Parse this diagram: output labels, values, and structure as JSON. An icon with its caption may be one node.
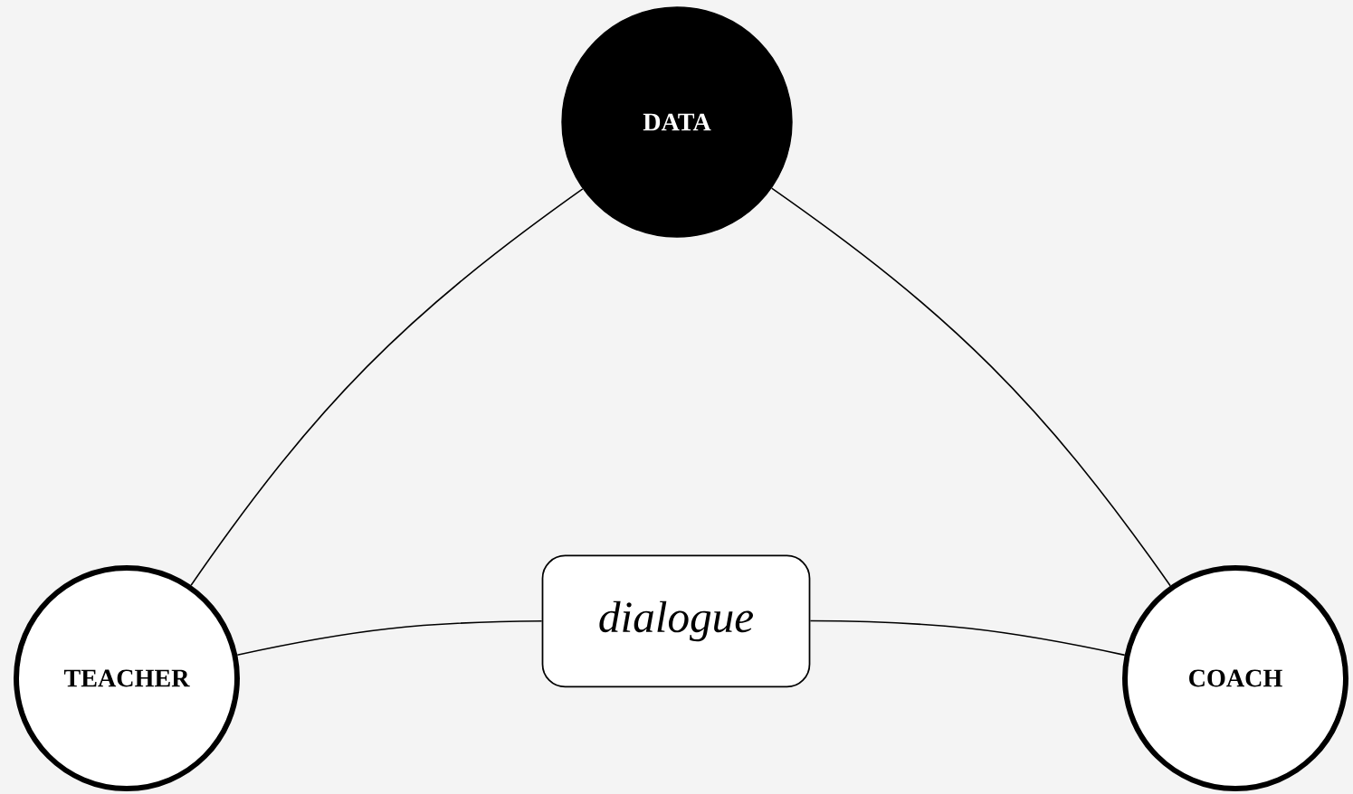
{
  "diagram": {
    "nodes": [
      {
        "text": [
          "DATA"
        ]
      },
      {
        "text": [
          "TEACHER"
        ]
      },
      {
        "text": [
          "dialogue"
        ]
      },
      {
        "text": [
          "COACH"
        ]
      }
    ],
    "edges": [
      {
        "from": 0,
        "to": 1,
        "arrow": "none"
      },
      {
        "from": 0,
        "to": 3,
        "arrow": "none"
      },
      {
        "from": 1,
        "to": 2,
        "arrow": "none"
      },
      {
        "from": 2,
        "to": 3,
        "arrow": "none"
      }
    ]
  }
}
